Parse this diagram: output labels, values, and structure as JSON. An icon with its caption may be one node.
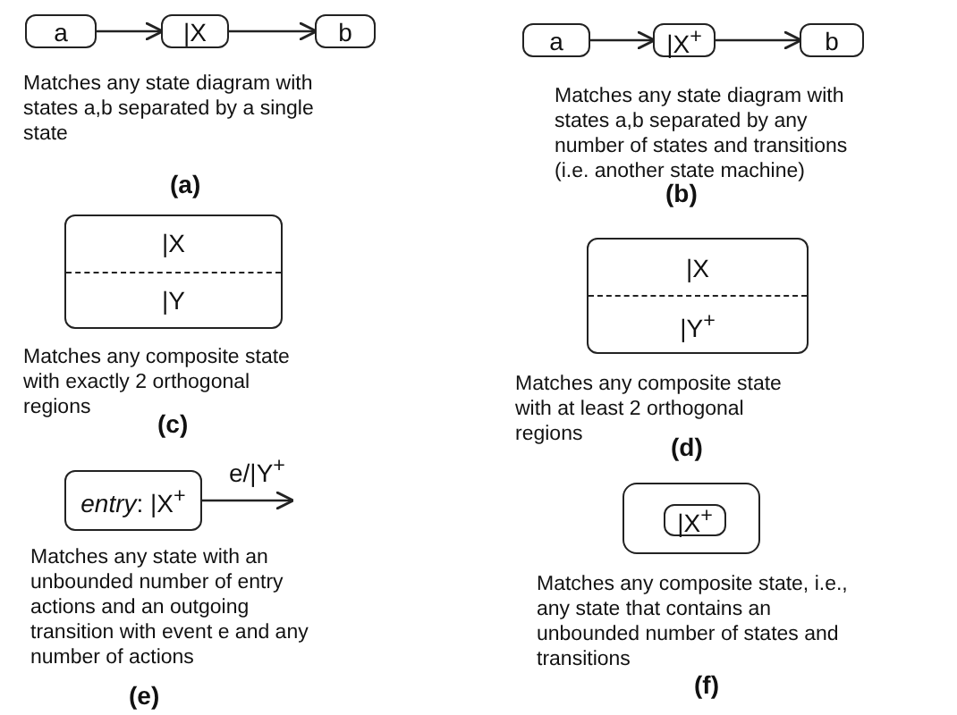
{
  "diagram": {
    "nodes": [
      {
        "text": [
          "a"
        ]
      },
      {
        "text": [
          "|X"
        ]
      },
      {
        "text": [
          "b"
        ]
      },
      {
        "text": [
          "a"
        ]
      },
      {
        "text": [
          "|X$^{+}$"
        ]
      },
      {
        "text": [
          "b"
        ]
      },
      {
        "text": [
          "|X",
          "|Y"
        ]
      },
      {
        "text": [
          "|X",
          "|Y$^{+}$"
        ]
      },
      {
        "text": [
          "*entry*: |X$^{+}$"
        ]
      },
      {
        "text": [],
        "shape": "box"
      },
      {
        "text": [
          "|X$^{+}$"
        ],
        "in": 9
      }
    ],
    "edges": [
      {
        "from": 0,
        "to": 1,
        "arrow": "to"
      },
      {
        "from": 1,
        "to": 2,
        "arrow": "to"
      },
      {
        "from": 3,
        "to": 4,
        "arrow": "to"
      },
      {
        "from": 4,
        "to": 5,
        "arrow": "to"
      },
      {
        "from": 8,
        "to": null,
        "arrow": "to",
        "label": "e/|Y$^{+}$"
      }
    ],
    "labels": [
      "Matches any state diagram with states a,b separated by a single state",
      "(a)",
      "Matches any state diagram with states a,b separated by any number of states and transitions (i.e. another state machine)",
      "(b)",
      "Matches any composite state with exactly 2 orthogonal regions",
      "(c)",
      "Matches any composite state with at least 2 orthogonal regions",
      "(d)",
      "Matches any state with an unbounded number of entry actions and an outgoing transition with event e and any number of actions",
      "(e)",
      "Matches any composite state, i.e., any state that contains an unbounded number of states and transitions",
      "(f)"
    ]
  }
}
